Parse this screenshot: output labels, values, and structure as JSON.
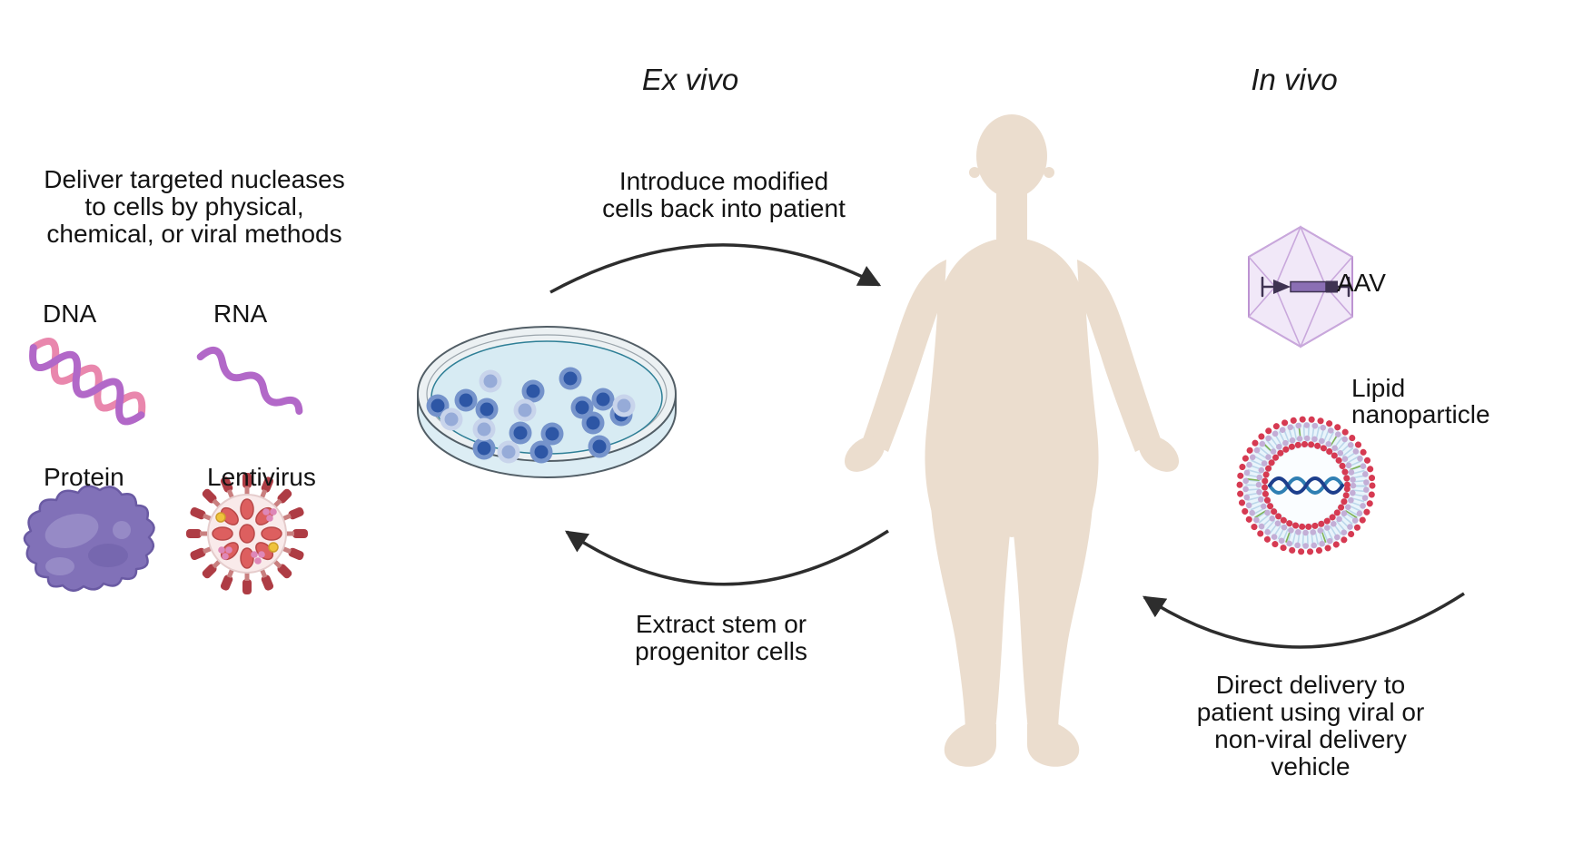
{
  "titles": {
    "ex_vivo": "Ex vivo",
    "in_vivo": "In vivo"
  },
  "left_panel": {
    "heading": "Deliver targeted nucleases\nto cells by physical,\nchemical, or viral methods",
    "dna_label": "DNA",
    "rna_label": "RNA",
    "protein_label": "Protein",
    "lentivirus_label": "Lentivirus"
  },
  "ex_vivo_flow": {
    "introduce_label": "Introduce modified\ncells back into patient",
    "extract_label": "Extract stem or\nprogenitor cells"
  },
  "in_vivo_flow": {
    "aav_label": "AAV",
    "lnp_label": "Lipid\nnanoparticle",
    "direct_delivery_label": "Direct delivery to\npatient using viral or\nnon-viral delivery\nvehicle"
  },
  "icons": {
    "dna_icon": "double-helix",
    "rna_icon": "single-strand-squiggle",
    "protein_icon": "purple-blob",
    "lentivirus_icon": "spiked-virus-sphere",
    "petri_dish_icon": "dish-with-cells",
    "human_body_icon": "patient-silhouette",
    "aav_icon": "icosahedral-capsid-with-gene-cassette",
    "lipid_nanoparticle_icon": "lipid-bilayer-ring-with-rna"
  },
  "colors": {
    "background": "#ffffff",
    "text": "#131313",
    "arrow": "#2d2d2d",
    "body_silhouette": "#ebddce",
    "petri_liquid": "#d7ebf3",
    "cell_dark": "#2d56a5",
    "cell_light": "#96abd8",
    "dna_pink": "#e987ad",
    "nucleic_purple": "#b268c8",
    "protein_purple": "#8171b8",
    "lentivirus_red": "#ae3c44",
    "aav_lavender": "#c9a8dc",
    "lnp_red": "#d63a52",
    "lnp_lavender": "#c3aed6"
  }
}
